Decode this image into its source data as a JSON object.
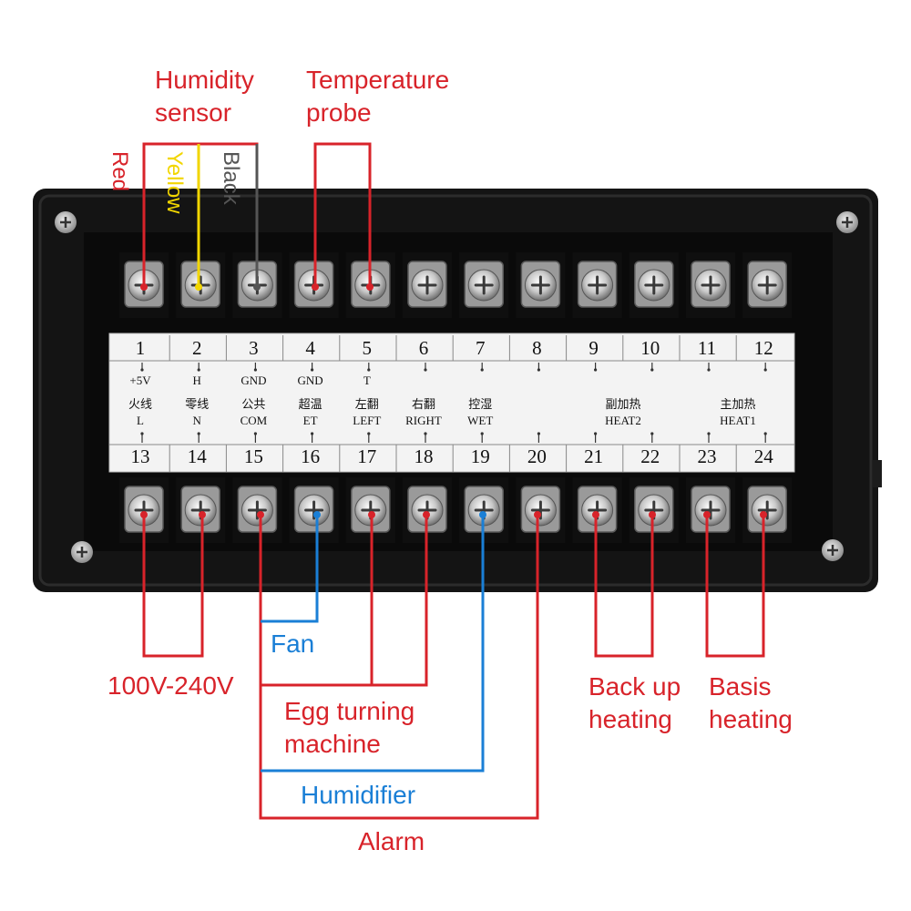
{
  "colors": {
    "wire_red": "#d8232a",
    "wire_blue": "#1a7fd6",
    "wire_yellow": "#f2d600",
    "wire_black": "#555555",
    "body": "#141414",
    "label_strip": "#f3f3f3"
  },
  "top_terminals": [
    {
      "num": "1",
      "signal": "+5V"
    },
    {
      "num": "2",
      "signal": "H"
    },
    {
      "num": "3",
      "signal": "GND"
    },
    {
      "num": "4",
      "signal": "GND"
    },
    {
      "num": "5",
      "signal": "T"
    },
    {
      "num": "6",
      "signal": ""
    },
    {
      "num": "7",
      "signal": ""
    },
    {
      "num": "8",
      "signal": ""
    },
    {
      "num": "9",
      "signal": ""
    },
    {
      "num": "10",
      "signal": ""
    },
    {
      "num": "11",
      "signal": ""
    },
    {
      "num": "12",
      "signal": ""
    }
  ],
  "bottom_terminals": [
    {
      "num": "13",
      "cn": "火线",
      "en": "L"
    },
    {
      "num": "14",
      "cn": "零线",
      "en": "N"
    },
    {
      "num": "15",
      "cn": "公共",
      "en": "COM"
    },
    {
      "num": "16",
      "cn": "超温",
      "en": "ET"
    },
    {
      "num": "17",
      "cn": "左翻",
      "en": "LEFT"
    },
    {
      "num": "18",
      "cn": "右翻",
      "en": "RIGHT"
    },
    {
      "num": "19",
      "cn": "控湿",
      "en": "WET"
    },
    {
      "num": "20",
      "cn": "",
      "en": ""
    },
    {
      "num": "21",
      "cn": "",
      "en": ""
    },
    {
      "num": "22",
      "cn": "",
      "en": ""
    },
    {
      "num": "23",
      "cn": "",
      "en": ""
    },
    {
      "num": "24",
      "cn": "",
      "en": ""
    }
  ],
  "group_labels": {
    "heat2_cn": "副加热",
    "heat2_en": "HEAT2",
    "heat1_cn": "主加热",
    "heat1_en": "HEAT1"
  },
  "wire_labels": {
    "red": "Red",
    "yellow": "Yellow",
    "black": "Black"
  },
  "callouts": {
    "humidity_sensor_1": "Humidity",
    "humidity_sensor_2": "sensor",
    "temperature_probe_1": "Temperature",
    "temperature_probe_2": "probe",
    "power": "100V-240V",
    "fan": "Fan",
    "egg_turning_1": "Egg turning",
    "egg_turning_2": "machine",
    "humidifier": "Humidifier",
    "alarm": "Alarm",
    "backup_heating_1": "Back up",
    "backup_heating_2": "heating",
    "basis_heating_1": "Basis",
    "basis_heating_2": "heating"
  }
}
